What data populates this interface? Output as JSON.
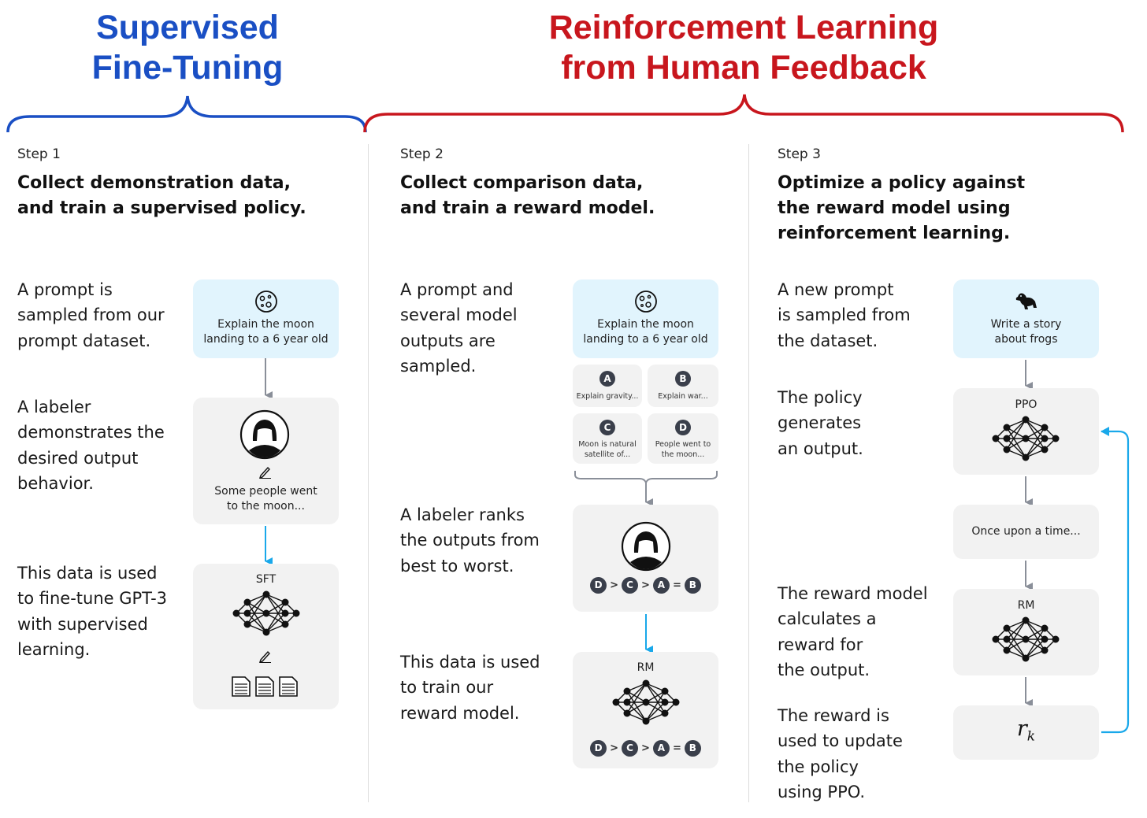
{
  "headers": {
    "sft": "Supervised\nFine-Tuning",
    "rlhf": "Reinforcement Learning\nfrom Human Feedback"
  },
  "colors": {
    "sft_blue": "#1a4fc4",
    "rlhf_red": "#c8161d",
    "arrow_gray": "#8a8f99",
    "arrow_blue": "#19a8ea",
    "box_gray": "#f2f2f2",
    "box_blue": "#e1f4fd"
  },
  "step1": {
    "label": "Step 1",
    "title": "Collect demonstration data,\nand train a supervised policy.",
    "desc_prompt": "A prompt is\nsampled from our\nprompt dataset.",
    "desc_labeler": "A labeler\ndemonstrates the\ndesired output\nbehavior.",
    "desc_data": "This data is used\nto fine-tune GPT-3\nwith supervised\nlearning.",
    "prompt_box": "Explain the moon\nlanding to a 6 year old",
    "labeler_box": "Some people went\nto the moon...",
    "model_box": "SFT",
    "icons": [
      "moon-icon",
      "person-icon",
      "pencil-icon",
      "network-icon",
      "pencil-icon",
      "documents-icon"
    ]
  },
  "step2": {
    "label": "Step 2",
    "title": "Collect comparison data,\nand train a reward model.",
    "desc_prompt": "A prompt and\nseveral model\noutputs are\nsampled.",
    "desc_rank": "A labeler ranks\nthe outputs from\nbest to worst.",
    "desc_data": "This data is used\nto train our\nreward model.",
    "prompt_box": "Explain the moon\nlanding to a 6 year old",
    "outputs": [
      {
        "letter": "A",
        "text": "Explain gravity..."
      },
      {
        "letter": "B",
        "text": "Explain war..."
      },
      {
        "letter": "C",
        "text": "Moon is natural\nsatellite of..."
      },
      {
        "letter": "D",
        "text": "People went to\nthe moon..."
      }
    ],
    "ranking": [
      "D",
      ">",
      "C",
      ">",
      "A",
      "=",
      "B"
    ],
    "model_box": "RM",
    "icons": [
      "moon-icon",
      "person-icon",
      "network-icon"
    ]
  },
  "step3": {
    "label": "Step 3",
    "title": "Optimize a policy against\nthe reward model using\nreinforcement learning.",
    "desc_prompt": "A new prompt\nis sampled from\nthe dataset.",
    "desc_policy": "The policy\ngenerates\nan output.",
    "desc_reward": "The reward model\ncalculates a\nreward for\nthe output.",
    "desc_update": "The reward is\nused to update\nthe policy\nusing PPO.",
    "prompt_box": "Write a story\nabout frogs",
    "policy_box": "PPO",
    "output_box": "Once upon a time...",
    "reward_model_box": "RM",
    "reward_symbol": "r",
    "reward_subscript": "k",
    "icons": [
      "frog-icon",
      "network-icon",
      "network-icon"
    ]
  }
}
